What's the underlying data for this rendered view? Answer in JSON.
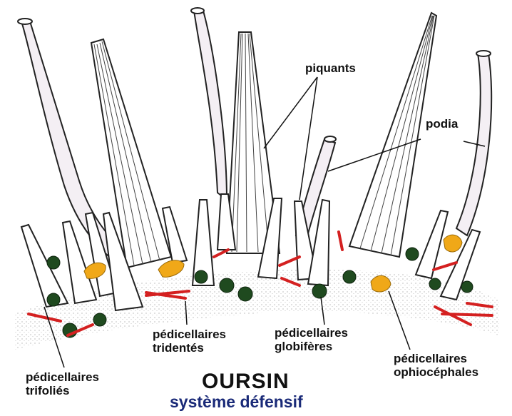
{
  "title": "OURSIN",
  "subtitle": "système défensif",
  "labels": {
    "piquants": "piquants",
    "podia": "podia",
    "tridentes": {
      "line1": "pédicellaires",
      "line2": "tridentés"
    },
    "globiferes": {
      "line1": "pédicellaires",
      "line2": "globifères"
    },
    "ophiocephales": {
      "line1": "pédicellaires",
      "line2": "ophiocéphales"
    },
    "trifolies": {
      "line1": "pédicellaires",
      "line2": "trifoliés"
    }
  },
  "colors": {
    "spine_fill": "#ffffff",
    "spine_stroke": "#222222",
    "podia_fill": "#f4eff4",
    "ophiocephale_yellow": "#f0a818",
    "globifere_green": "#1f4a1f",
    "tridente_red": "#d42020",
    "test_speckle": "#bbbbbb",
    "subtitle_blue": "#1a2a78"
  }
}
